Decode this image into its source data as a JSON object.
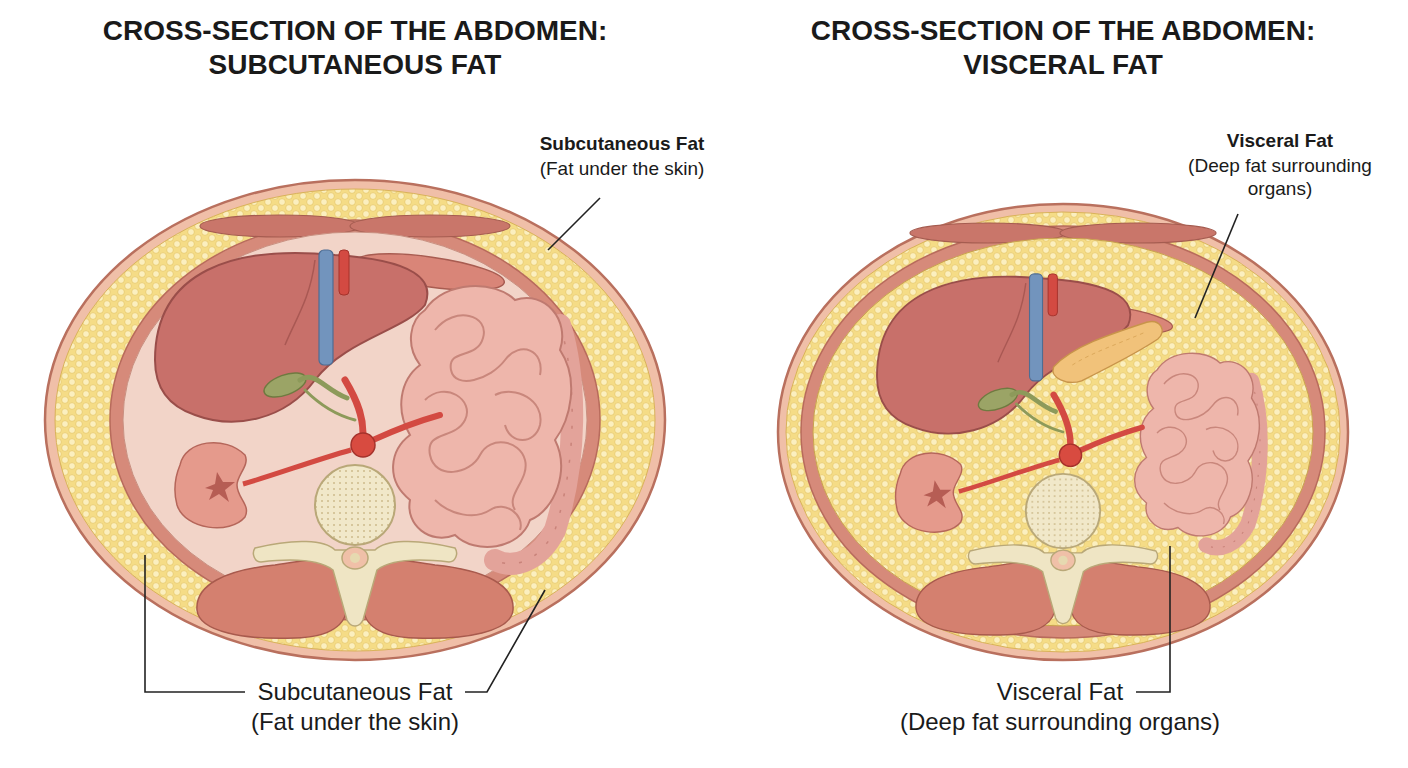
{
  "diagram": {
    "labels": [
      "CROSS-SECTION OF THE ABDOMEN: SUBCUTANEOUS FAT",
      "Subcutaneous Fat",
      "(Fat under the skin)",
      "CROSS-SECTION OF THE ABDOMEN: VISCERAL FAT",
      "Visceral Fat",
      "(Deep fat surrounding organs)",
      "Subcutaneous Fat",
      "(Fat under the skin)",
      "Visceral Fat",
      "(Deep fat surrounding organs)"
    ]
  }
}
